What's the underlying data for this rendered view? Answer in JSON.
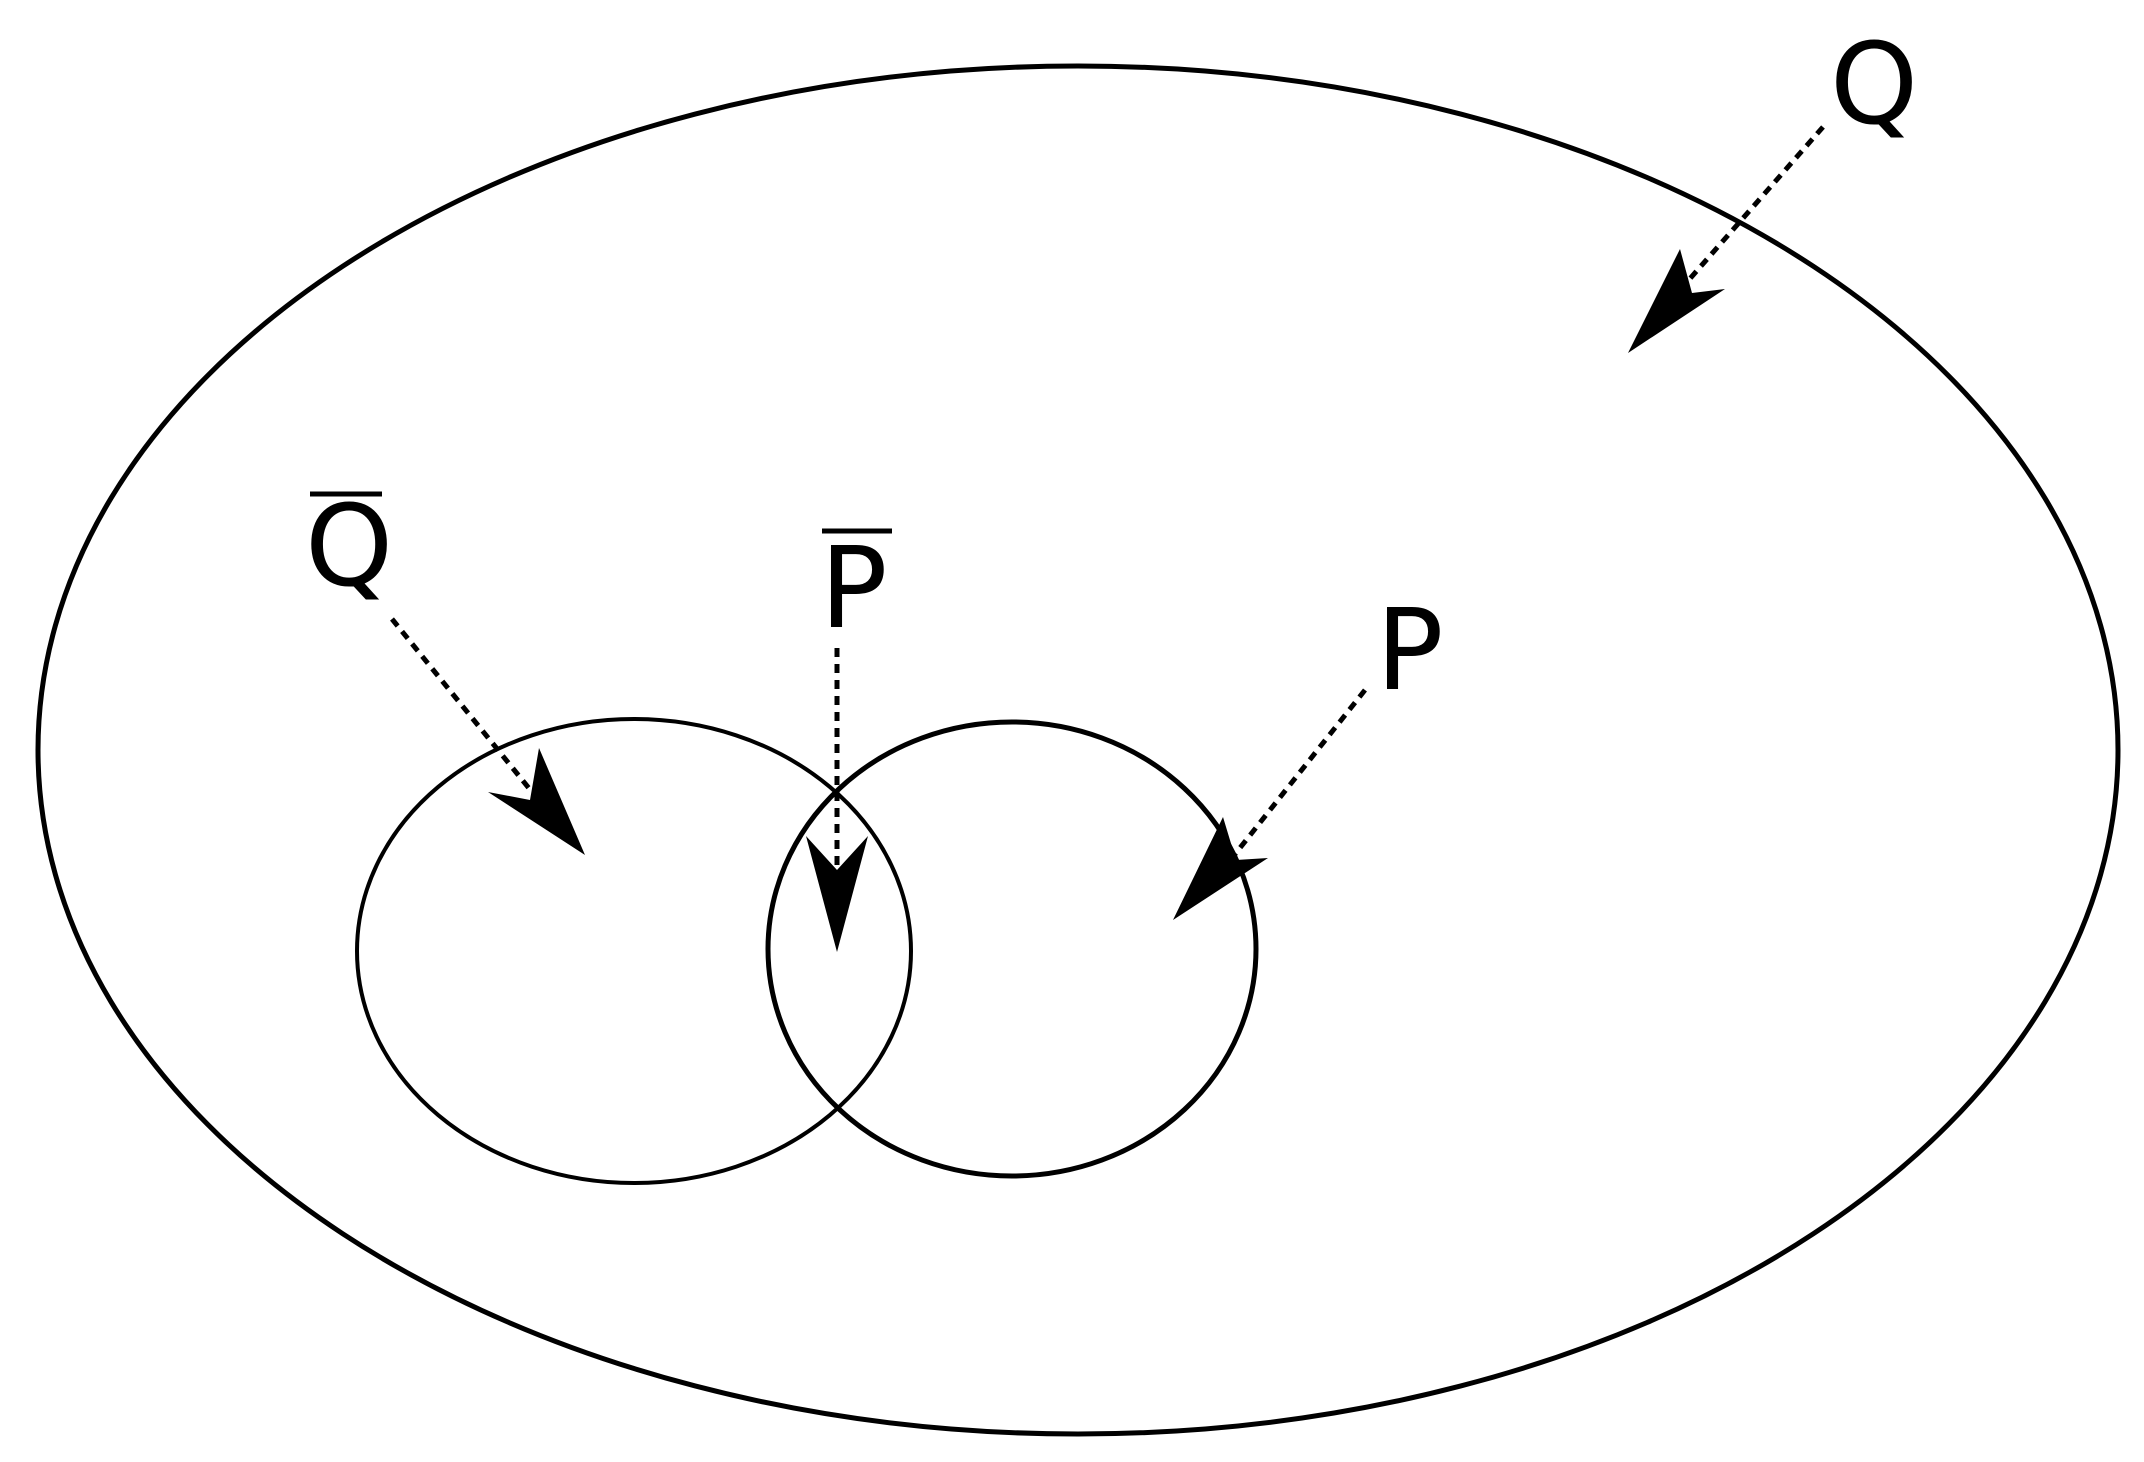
{
  "labels": {
    "q": "Q",
    "q_bar": "Q",
    "p_bar": "P",
    "p": "P"
  },
  "colors": {
    "stroke": "#000000",
    "background": "#ffffff"
  }
}
